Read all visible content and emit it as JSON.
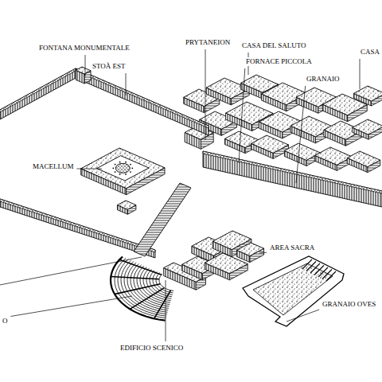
{
  "diagram": {
    "labels": [
      "FONTANA MONUMENTALE",
      "STOÀ EST",
      "PRYTANEION",
      "CASA DEL SALUTO",
      "FORNACE PICCOLA",
      "GRANAIO",
      "CASA",
      "MACELLUM",
      "AREA SACRA",
      "GRANAIO OVES",
      "EDIFICIO SCENICO",
      "O"
    ]
  }
}
